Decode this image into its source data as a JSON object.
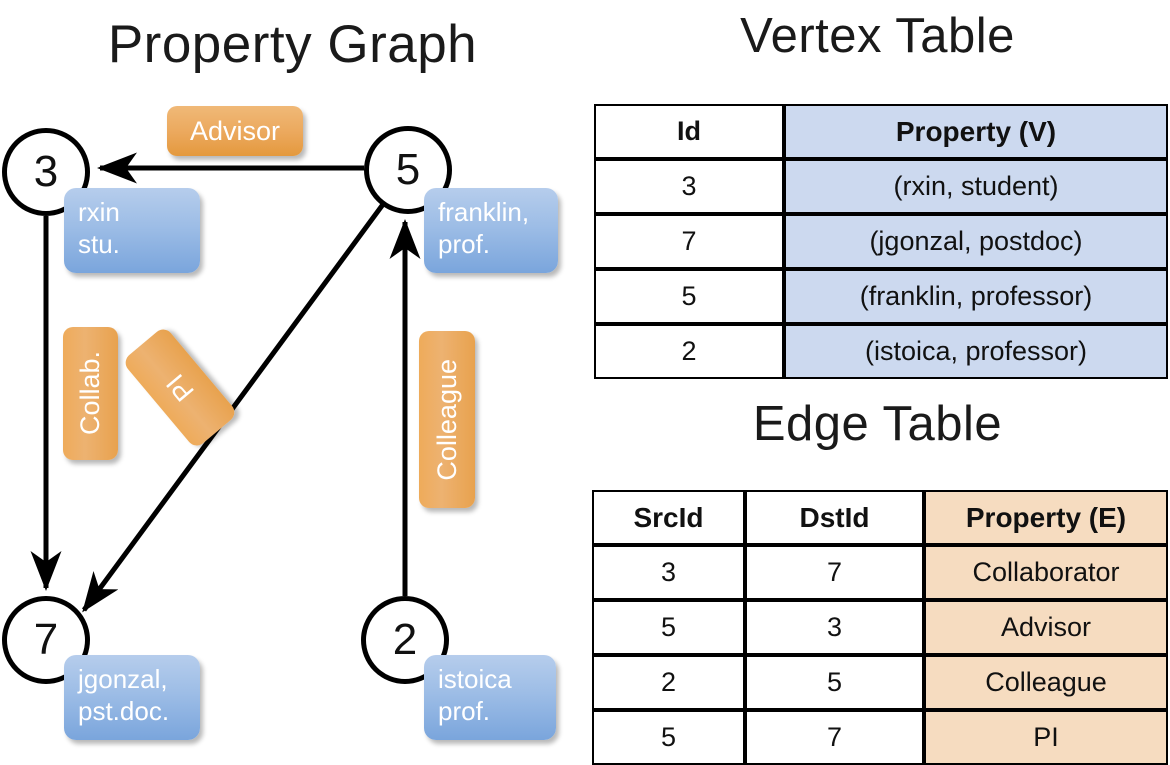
{
  "titles": {
    "property_graph": "Property Graph",
    "vertex_table": "Vertex Table",
    "edge_table": "Edge Table"
  },
  "graph": {
    "nodes": [
      {
        "id": "3",
        "property": "rxin\nstu.",
        "line1": "rxin",
        "line2": "stu."
      },
      {
        "id": "5",
        "property": "franklin,\nprof.",
        "line1": "franklin,",
        "line2": "prof."
      },
      {
        "id": "7",
        "property": "jgonzal,\npst.doc.",
        "line1": "jgonzal,",
        "line2": "pst.doc."
      },
      {
        "id": "2",
        "property": "istoica\nprof.",
        "line1": "istoica",
        "line2": "prof."
      }
    ],
    "edge_labels": [
      {
        "label": "Advisor",
        "from": "5",
        "to": "3"
      },
      {
        "label": "Collab.",
        "from": "3",
        "to": "7"
      },
      {
        "label": "PI",
        "from": "5",
        "to": "7"
      },
      {
        "label": "Colleague",
        "from": "2",
        "to": "5"
      }
    ]
  },
  "vertex_table": {
    "headers": [
      "Id",
      "Property (V)"
    ],
    "rows": [
      {
        "id": "3",
        "property": "(rxin, student)"
      },
      {
        "id": "7",
        "property": "(jgonzal, postdoc)"
      },
      {
        "id": "5",
        "property": "(franklin, professor)"
      },
      {
        "id": "2",
        "property": "(istoica, professor)"
      }
    ]
  },
  "edge_table": {
    "headers": [
      "SrcId",
      "DstId",
      "Property (E)"
    ],
    "rows": [
      {
        "src": "3",
        "dst": "7",
        "property": "Collaborator"
      },
      {
        "src": "5",
        "dst": "3",
        "property": "Advisor"
      },
      {
        "src": "2",
        "dst": "5",
        "property": "Colleague"
      },
      {
        "src": "5",
        "dst": "7",
        "property": "PI"
      }
    ]
  },
  "colors": {
    "vertex_property_fill": "#ccd9ef",
    "edge_property_fill": "#f6dcc0",
    "node_box_blue": "#7aa5dc",
    "edge_label_orange": "#e8a24e",
    "stroke": "#000000"
  }
}
